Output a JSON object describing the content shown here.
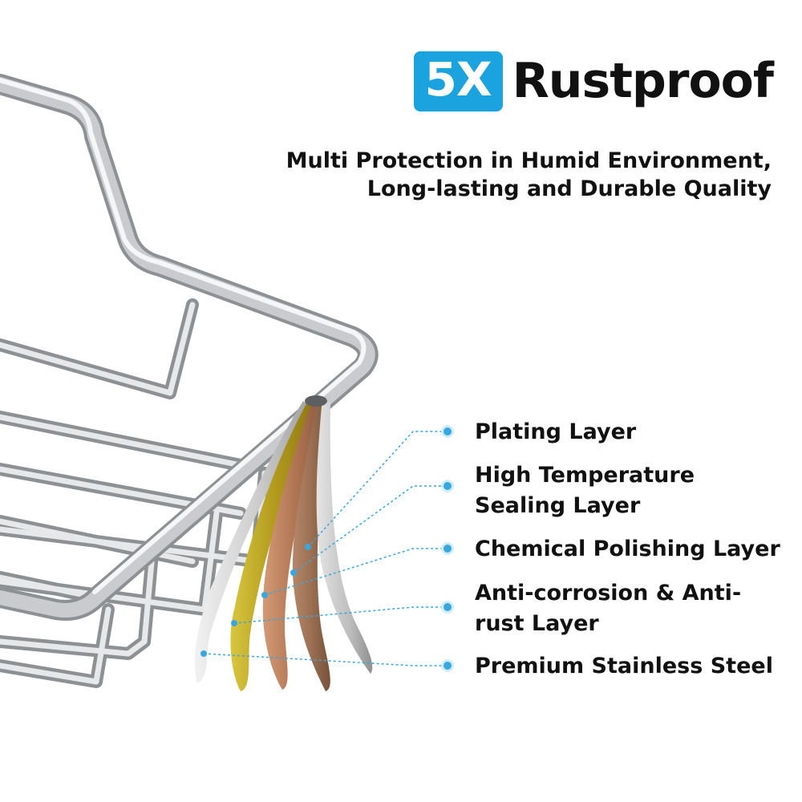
{
  "headline": {
    "badge": "5X",
    "word": "Rustproof"
  },
  "subtitle": {
    "line1": "Multi Protection in Humid Environment,",
    "line2": "Long-lasting and Durable Quality"
  },
  "product_image": "stainless steel wire shower basket with layered cross-section",
  "layers": [
    {
      "label": "Plating Layer",
      "color": "#d0d0d0"
    },
    {
      "label": "High Temperature Sealing Layer",
      "color": "#9c7356"
    },
    {
      "label": "Chemical Polishing Layer",
      "color": "#b57b5a"
    },
    {
      "label": "Anti-corrosion & Anti-rust Layer",
      "color": "#b8a22a"
    },
    {
      "label": "Premium Stainless Steel",
      "color": "#d8d8d8"
    }
  ],
  "colors": {
    "accent": "#1aa3df",
    "callout_line": "#39a7dd",
    "text": "#111111",
    "steel": "#c7c9cc"
  }
}
